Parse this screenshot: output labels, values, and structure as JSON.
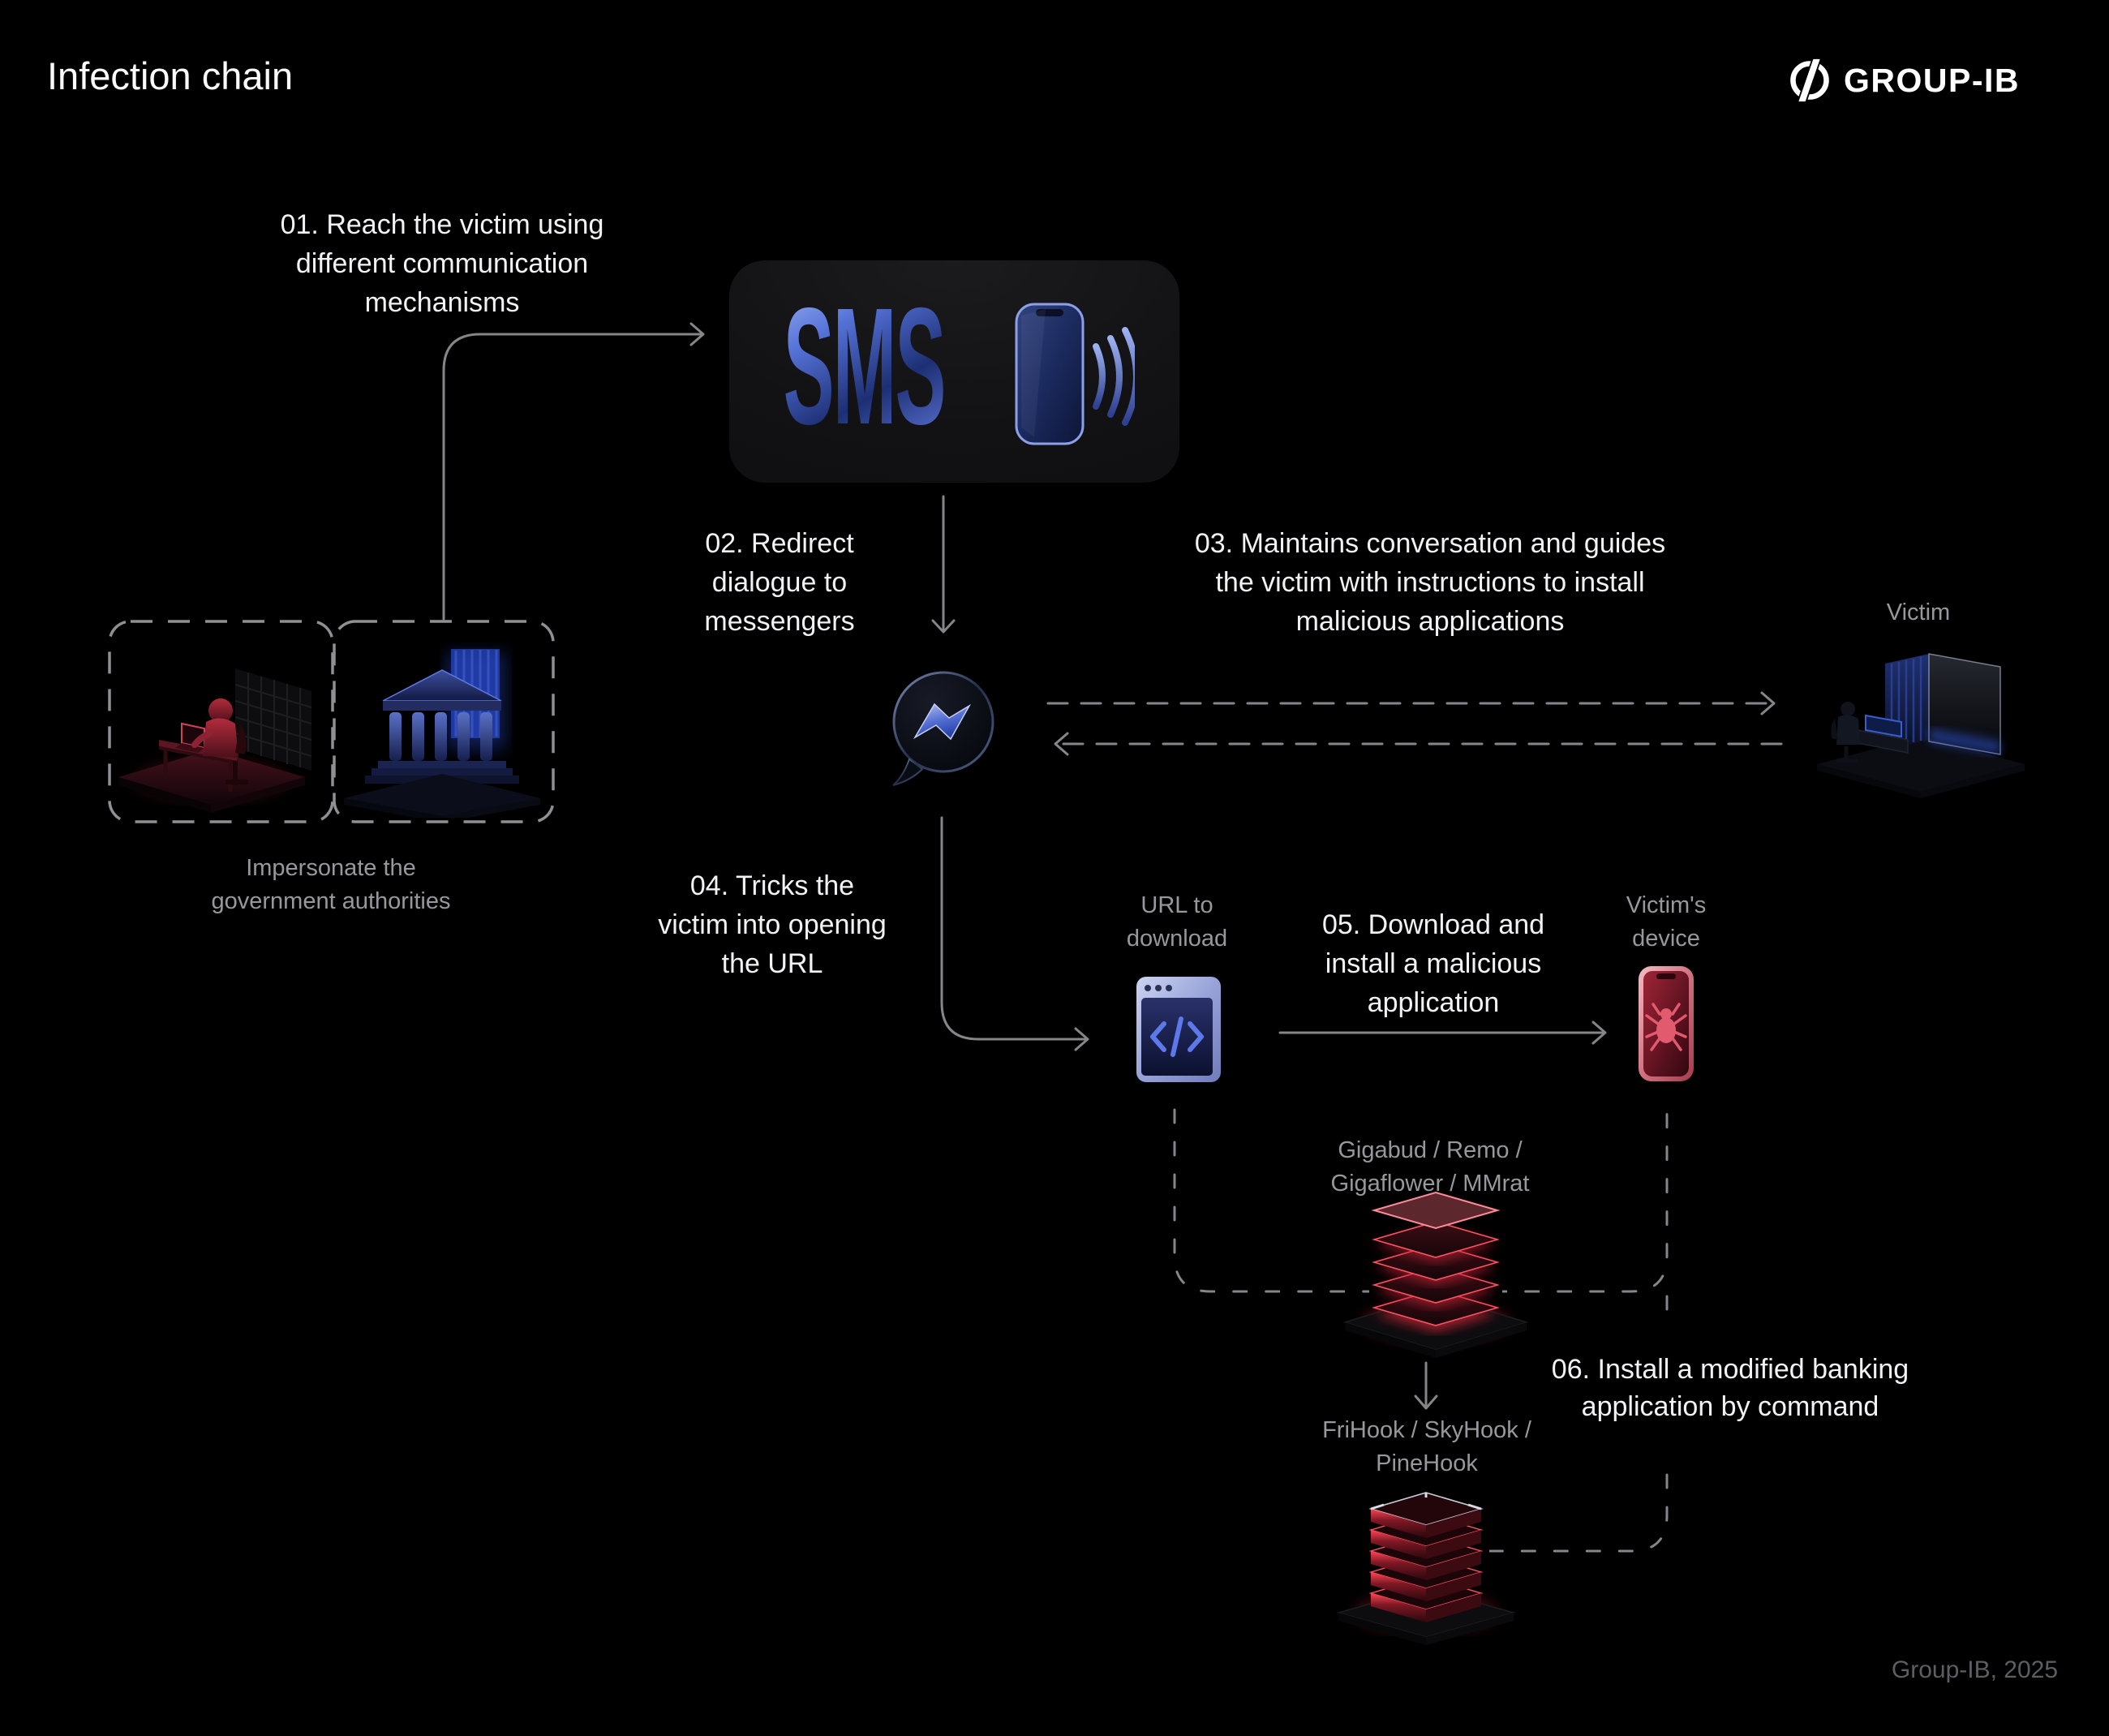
{
  "page": {
    "title": "Infection chain",
    "footer": "Group-IB, 2025"
  },
  "brand": {
    "name": "GROUP-IB"
  },
  "steps": {
    "s1": {
      "lines": [
        "01. Reach the victim using",
        "different communication",
        "mechanisms"
      ]
    },
    "s2": {
      "lines": [
        "02. Redirect",
        "dialogue to",
        "messengers"
      ]
    },
    "s3": {
      "lines": [
        "03. Maintains conversation and guides",
        "the victim with instructions to install",
        "malicious applications"
      ]
    },
    "s4": {
      "lines": [
        "04. Tricks the",
        "victim into opening",
        "the URL"
      ]
    },
    "s5": {
      "lines": [
        "05. Download and",
        "install a malicious",
        "application"
      ]
    },
    "s6": {
      "lines": [
        "06. Install a modified banking",
        "application by command"
      ]
    }
  },
  "labels": {
    "sms": "SMS",
    "impersonate": {
      "lines": [
        "Impersonate the",
        "government authorities"
      ]
    },
    "victim": "Victim",
    "url": {
      "lines": [
        "URL to",
        "download"
      ]
    },
    "device": {
      "lines": [
        "Victim's",
        "device"
      ]
    },
    "gigabud": {
      "lines": [
        "Gigabud / Remo /",
        "Gigaflower / MMrat"
      ]
    },
    "frihook": {
      "lines": [
        "FriHook / SkyHook /",
        "PineHook"
      ]
    }
  },
  "colors": {
    "background": "#000000",
    "panel": "#121214",
    "text_primary": "#f2f2f4",
    "text_secondary": "#97979d",
    "footer_text": "#5b5e63",
    "line_gray": "#85858a",
    "accent_blue": "#4a66c9",
    "accent_red": "#e03d4f"
  }
}
